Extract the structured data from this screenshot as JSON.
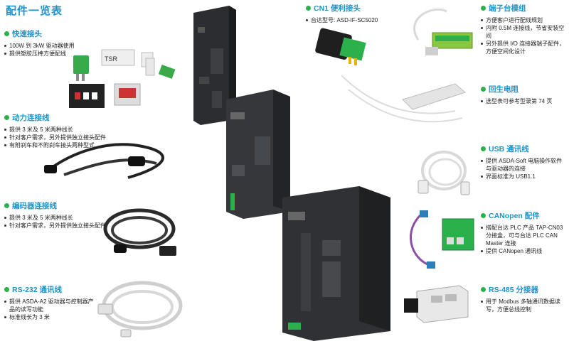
{
  "page": {
    "title": "配件一览表"
  },
  "sections": {
    "quick_connector": {
      "title": "快速接头",
      "bullets": [
        "100W 到 3kW 驱动器使用",
        "提供塑胶压棒方便配线"
      ]
    },
    "power_cable": {
      "title": "动力连接线",
      "bullets": [
        "提供 3 米及 5 米两种线长",
        "针对客户需求，另外提供独立接头配件",
        "有附刹车和不附刹车接头两种型式"
      ]
    },
    "encoder_cable": {
      "title": "编码器连接线",
      "bullets": [
        "提供 3 米及 5 米两种线长",
        "针对客户需求，另外提供独立接头配件"
      ]
    },
    "rs232": {
      "title": "RS-232 通讯线",
      "bullets": [
        "提供 ASDA-A2 驱动器与控制器产品的读写功能",
        "标准线长为 3 米"
      ]
    },
    "cn1": {
      "title": "CN1 便利接头",
      "bullets": [
        "台达型号: ASD-IF-SC5020"
      ]
    },
    "terminal_module": {
      "title": "端子台模组",
      "bullets": [
        "方便客户进行配线规划",
        "内附 0.5M 连接线，节省安装空间",
        "另外提供 I/O 连接器端子配件，方便空间化设计"
      ]
    },
    "regen_resistor": {
      "title": "回生电阻",
      "bullets": [
        "选型表可参考型录第 74 页"
      ]
    },
    "usb": {
      "title": "USB 通讯线",
      "bullets": [
        "提供 ASDA-Soft 电脑操作软件与驱动器的连接",
        "界面标准为 USB1.1"
      ]
    },
    "canopen": {
      "title": "CANopen 配件",
      "bullets": [
        "搭配台达 PLC 产品 TAP-CN03 分接盒，可与台达 PLC CAN Master 连接",
        "提供 CANopen 通讯线"
      ]
    },
    "rs485": {
      "title": "RS-485 分接器",
      "bullets": [
        "用于 Modbus 多轴通讯数据读写，方便总线控制"
      ]
    }
  },
  "colors": {
    "title_blue": "#1f93c9",
    "bullet_green": "#2bb14c",
    "drive_dark": "#2b2d30"
  }
}
